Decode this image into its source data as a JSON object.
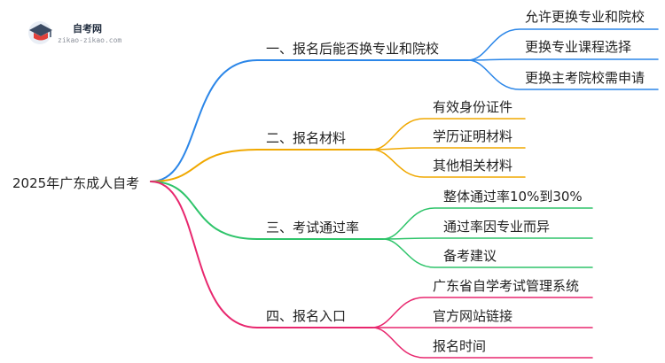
{
  "logo": {
    "site_name": "自考网",
    "site_url": "zikao-zikao.com"
  },
  "mindmap": {
    "root": "2025年广东成人自考",
    "branches": [
      {
        "label": "一、报名后能否换专业和院校",
        "color": "#2b86e8",
        "children": [
          "允许更换专业和院校",
          "更换专业课程选择",
          "更换主考院校需申请"
        ]
      },
      {
        "label": "二、报名材料",
        "color": "#f0a800",
        "children": [
          "有效身份证件",
          "学历证明材料",
          "其他相关材料"
        ]
      },
      {
        "label": "三、考试通过率",
        "color": "#2ec46a",
        "children": [
          "整体通过率10%到30%",
          "通过率因专业而异",
          "备考建议"
        ]
      },
      {
        "label": "四、报名入口",
        "color": "#e8276e",
        "children": [
          "广东省自学考试管理系统",
          "官方网站链接",
          "报名时间"
        ]
      }
    ]
  }
}
